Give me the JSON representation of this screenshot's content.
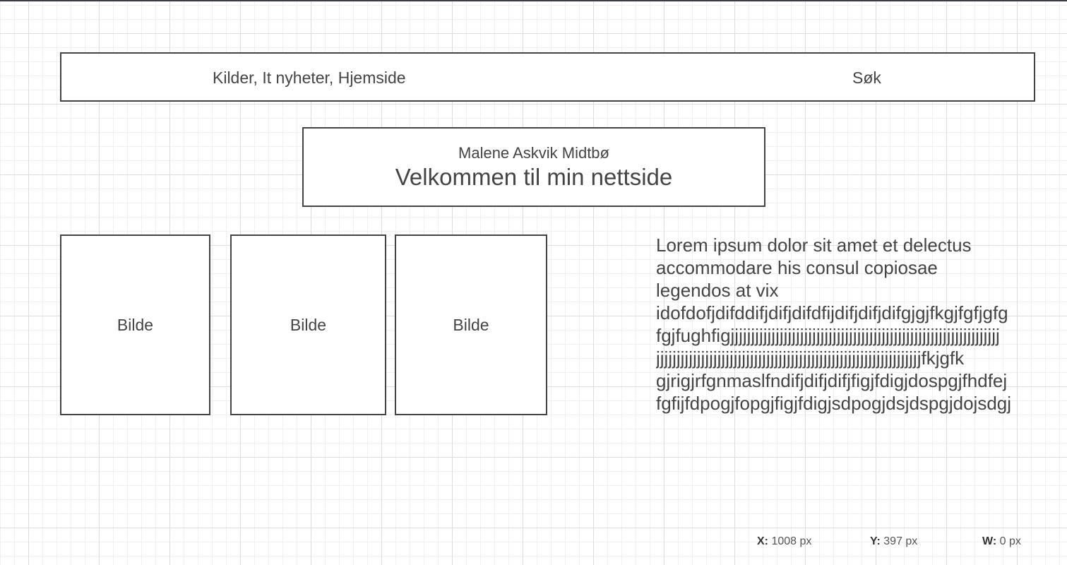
{
  "nav": {
    "links_label": "Kilder, It nyheter, Hjemside",
    "search_label": "Søk"
  },
  "hero": {
    "name": "Malene Askvik Midtbø",
    "title": "Velkommen til min nettside"
  },
  "images": [
    {
      "label": "Bilde"
    },
    {
      "label": "Bilde"
    },
    {
      "label": "Bilde"
    }
  ],
  "body_text": {
    "lines": [
      "Lorem ipsum dolor sit amet et delectus",
      "accommodare his consul copiosae",
      "legendos at vix",
      "idofdofjdifddifjdifjdifdfijdifjdifjdifgjgjfkgjfgfjgfg",
      "fgjfughfigjjjjjjjjjjjjjjjjjjjjjjjjjjjjjjjjjjjjjjjjjjjjjjjjjjjjjjjjjjjjjjjjjj",
      "jjjjjjjjjjjjjjjjjjjjjjjjjjjjjjjjjjjjjjjjjjjjjjjjjjjjjjjjjjjjjjjjjfkjgfk",
      "gjrigjrfgnmaslfndifjdifjdifjfigjfdigjdospgjfhdfej",
      "fgfijfdpogjfopgjfigjfdigjsdpogjdsjdspgjdojsdgj"
    ]
  },
  "status_bar": {
    "x_label": "X:",
    "x_value": "1008 px",
    "y_label": "Y:",
    "y_value": "397 px",
    "w_label": "W:",
    "w_value": "0 px"
  }
}
